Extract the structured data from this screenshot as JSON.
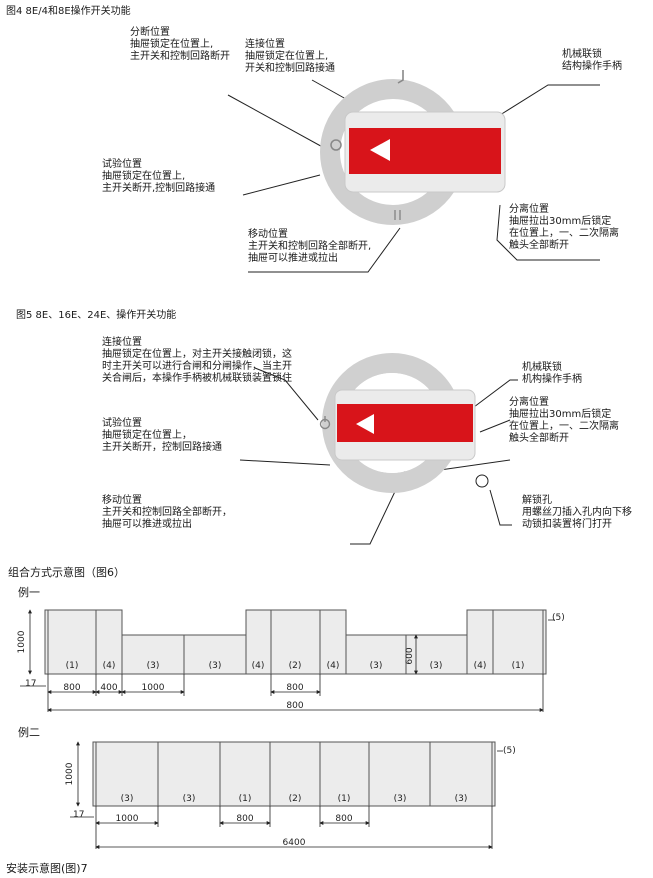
{
  "fig4": {
    "caption": "图4 8E/4和8E操作开关功能",
    "labels": {
      "fenduan": [
        "分断位置",
        "抽屉锁定在位置上,",
        "主开关和控制回路断开"
      ],
      "lianjie": [
        "连接位置",
        "抽屉锁定在位置上,",
        "开关和控制回路接通"
      ],
      "jixie": [
        "机械联锁",
        "结构操作手柄"
      ],
      "shiyan": [
        "试验位置",
        "抽屉锁定在位置上,",
        "主开关断开,控制回路接通"
      ],
      "fenli": [
        "分离位置",
        "抽屉拉出30mm后锁定",
        "在位置上，一、二次隔离",
        "触头全部断开"
      ],
      "yidong": [
        "移动位置",
        "主开关和控制回路全部断开,",
        "抽屉可以推进或拉出"
      ]
    }
  },
  "fig5": {
    "caption": "图5 8E、16E、24E、操作开关功能",
    "labels": {
      "lianjie": [
        "连接位置",
        "抽屉锁定在位置上，对主开关接触闭锁，这",
        "时主开关可以进行合闸和分闸操作，当主开",
        "关合闸后，本操作手柄被机械联锁装置锁住"
      ],
      "jixie": [
        "机械联锁",
        "机构操作手柄"
      ],
      "shiyan": [
        "试验位置",
        "抽屉锁定在位置上，",
        "主开关断开，控制回路接通"
      ],
      "fenli": [
        "分离位置",
        "抽屉拉出30mm后锁定",
        "在位置上，一、二次隔离",
        "触头全部断开"
      ],
      "yidong": [
        "移动位置",
        "主开关和控制回路全部断开，",
        "抽屉可以推进或拉出"
      ],
      "jiesuo": [
        "解锁孔",
        "用螺丝刀插入孔内向下移",
        "动锁扣装置将门打开"
      ]
    }
  },
  "fig6": {
    "caption": "组合方式示意图（图6）",
    "ex1": {
      "title": "例一",
      "cells": [
        "(1)",
        "(4)",
        "(3)",
        "(3)",
        "(4)",
        "(2)",
        "(4)",
        "(3)",
        "(3)",
        "(4)",
        "(1)"
      ],
      "h_full": "1000",
      "h_short": "600",
      "side_dim": "17",
      "dims": [
        "800",
        "400",
        "1000",
        "800"
      ],
      "total": "800",
      "tag": "(5)"
    },
    "ex2": {
      "title": "例二",
      "cells": [
        "(3)",
        "(3)",
        "(1)",
        "(2)",
        "(1)",
        "(3)",
        "(3)"
      ],
      "h_full": "1000",
      "side_dim": "17",
      "dims": [
        "1000",
        "800",
        "800"
      ],
      "total": "6400",
      "tag": "(5)"
    }
  },
  "fig7": {
    "caption": "安装示意图(图)7"
  },
  "colors": {
    "handle_red": "#d8141a",
    "ring_gray": "#d2d2d2"
  }
}
